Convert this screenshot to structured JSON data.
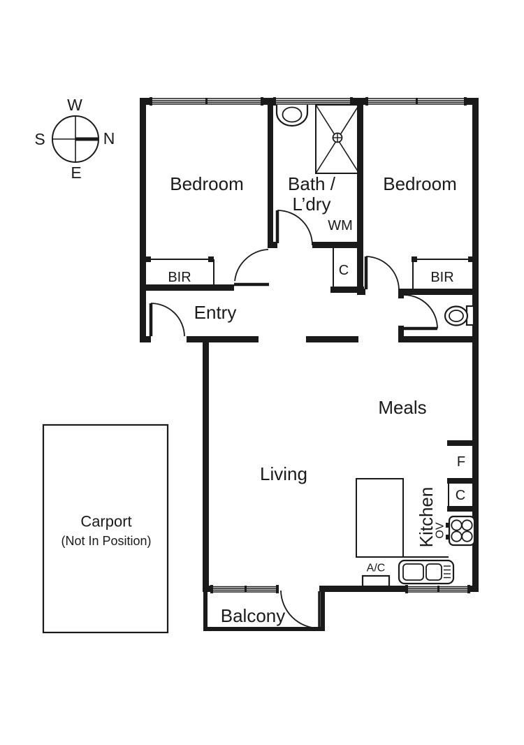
{
  "plan": {
    "compass": {
      "west": "W",
      "north": "N",
      "south": "S",
      "east": "E"
    },
    "rooms": {
      "bedroom1": "Bedroom",
      "bedroom2": "Bedroom",
      "bath_line1": "Bath /",
      "bath_line2": "L’dry",
      "entry": "Entry",
      "meals": "Meals",
      "living": "Living",
      "kitchen": "Kitchen",
      "balcony": "Balcony"
    },
    "fixtures": {
      "wm": "WM",
      "bath_cupboard": "C",
      "bir_left": "BIR",
      "bir_right": "BIR",
      "fridge": "F",
      "kitchen_cupboard": "C",
      "oven": "OV",
      "aircon": "A/C"
    },
    "carport": {
      "line1": "Carport",
      "line2": "(Not In Position)"
    },
    "colors": {
      "line": "#1a1a1a",
      "background": "#ffffff"
    }
  }
}
